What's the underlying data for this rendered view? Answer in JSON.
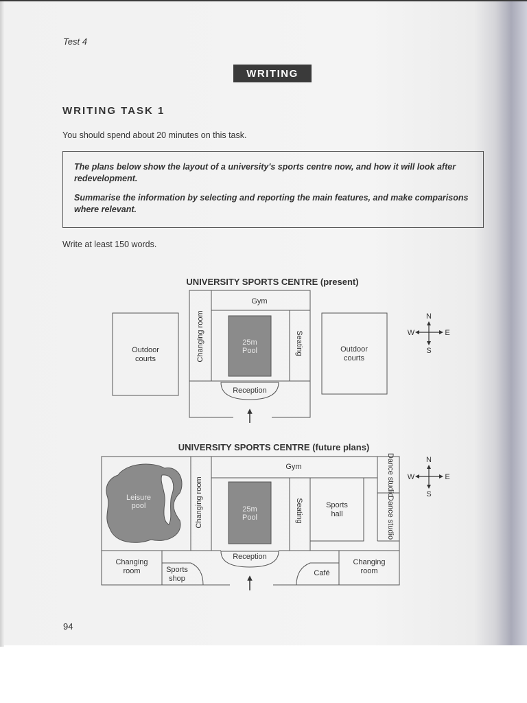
{
  "running_head": "Test 4",
  "section_label": "WRITING",
  "task_heading": "WRITING TASK 1",
  "time_note": "You should spend about 20 minutes on this task.",
  "prompt": {
    "paragraph_1": "The plans below show the layout of a university's sports centre now, and how it will look after redevelopment.",
    "paragraph_2": "Summarise the information by selecting and reporting the main features, and make comparisons where relevant."
  },
  "word_note": "Write at least 150 words.",
  "compass": {
    "north": "N",
    "south": "S",
    "east": "E",
    "west": "W"
  },
  "present_plan": {
    "title": "UNIVERSITY SPORTS CENTRE (present)",
    "rooms": {
      "gym": "Gym",
      "changing_room": "Changing room",
      "pool_line_1": "25m",
      "pool_line_2": "Pool",
      "seating": "Seating",
      "reception": "Reception",
      "outdoor_west_line_1": "Outdoor",
      "outdoor_west_line_2": "courts",
      "outdoor_east_line_1": "Outdoor",
      "outdoor_east_line_2": "courts"
    }
  },
  "future_plan": {
    "title": "UNIVERSITY SPORTS CENTRE (future plans)",
    "rooms": {
      "gym": "Gym",
      "changing_room_centre": "Changing room",
      "pool_line_1": "25m",
      "pool_line_2": "Pool",
      "seating": "Seating",
      "reception": "Reception",
      "leisure_pool_line_1": "Leisure",
      "leisure_pool_line_2": "pool",
      "sports_hall_line_1": "Sports",
      "sports_hall_line_2": "hall",
      "dance_studio_top": "Dance studio",
      "dance_studio_bottom": "Dance studio",
      "changing_room_west_line_1": "Changing",
      "changing_room_west_line_2": "room",
      "sports_shop_line_1": "Sports",
      "sports_shop_line_2": "shop",
      "cafe": "Café",
      "changing_room_east_line_1": "Changing",
      "changing_room_east_line_2": "room"
    }
  },
  "page_number": "94"
}
